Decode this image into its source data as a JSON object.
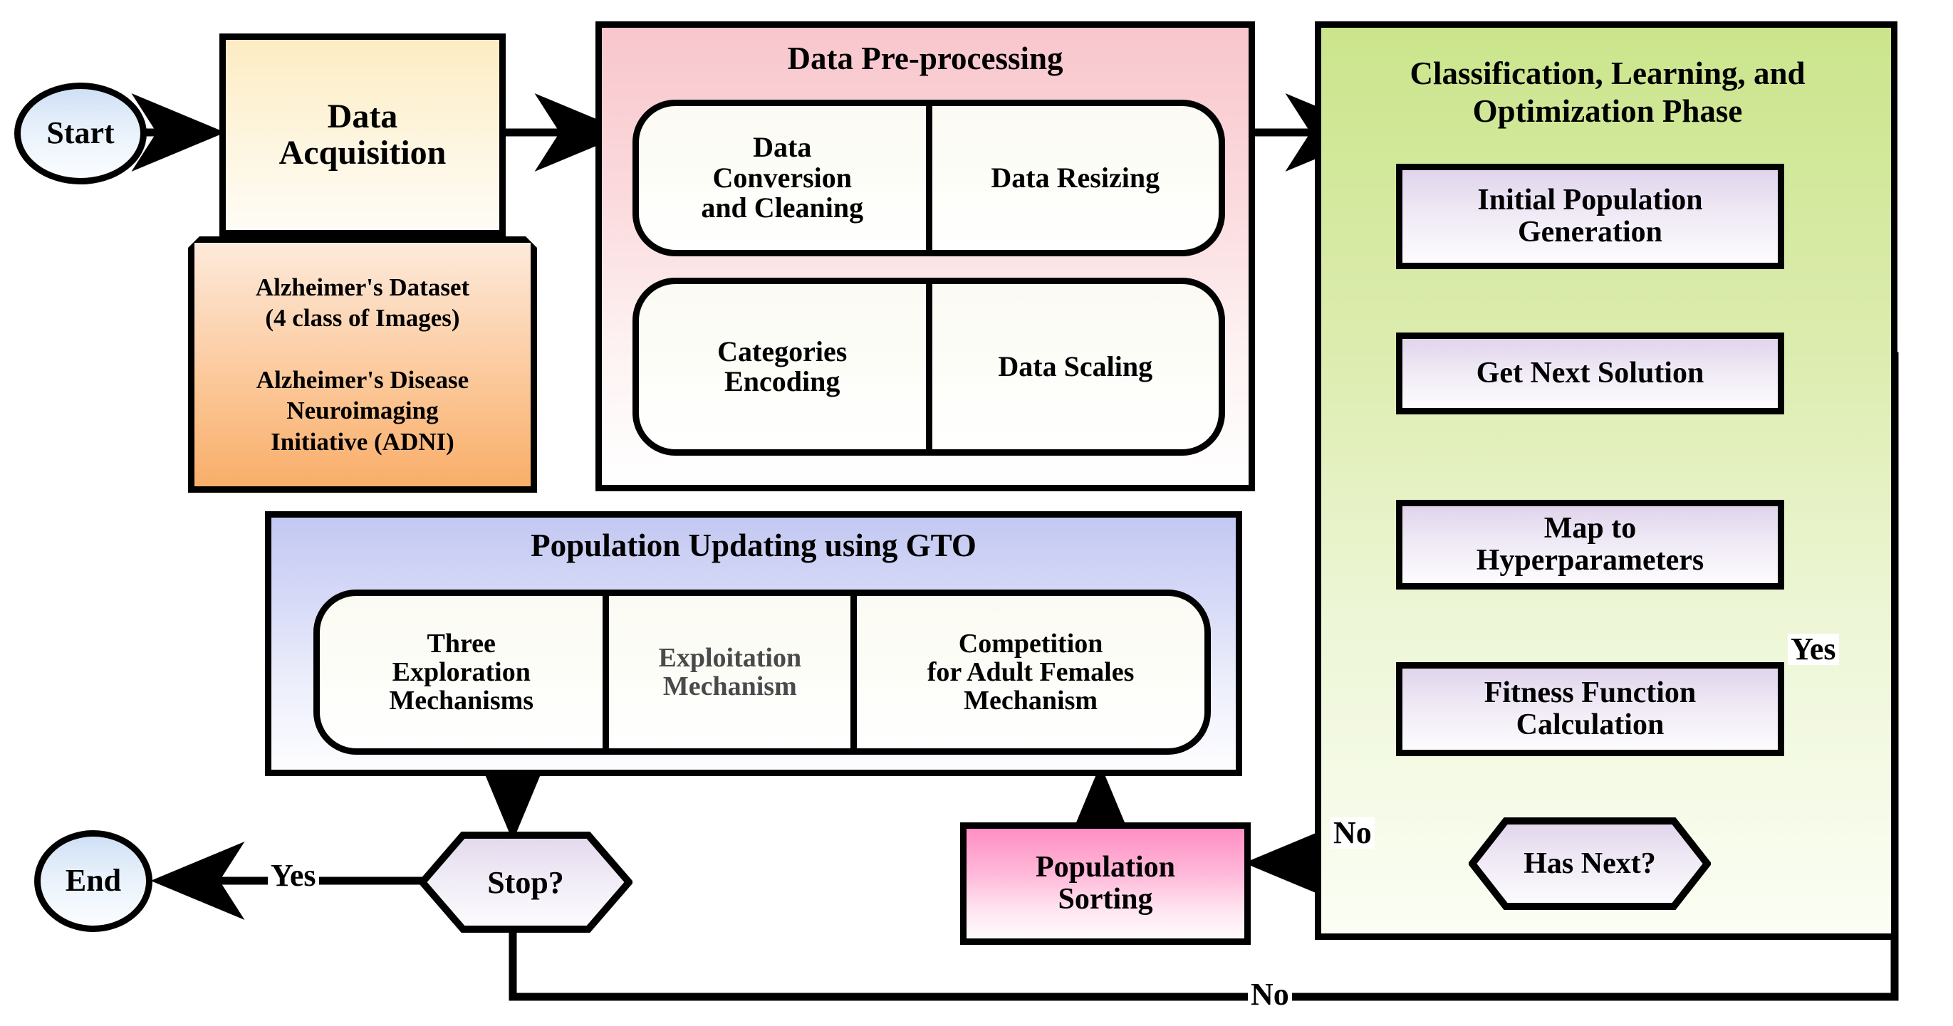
{
  "diagram": {
    "title": "Alzheimer's classification pipeline with GTO hyperparameter optimization",
    "colors": {
      "preprocessing_panel": "#f8c6cc",
      "classification_panel": "#cbe58c",
      "gto_panel": "#c3c8f2",
      "dataset_box": "#f9ae6a",
      "acquisition_box": "#fdecc2",
      "population_sorting_box": "#ff8ec4",
      "process_box": "#e0d4ec",
      "terminator": "#cfe0f5",
      "stroke": "#000000"
    }
  },
  "nodes": {
    "start": "Start",
    "end": "End",
    "data_acquisition": "Data\nAcquisition",
    "dataset": "Alzheimer's Dataset\n(4 class of Images)\n\nAlzheimer's Disease\nNeuroimaging\nInitiative (ADNI)",
    "population_sorting": "Population\nSorting"
  },
  "preprocessing": {
    "title": "Data Pre-processing",
    "row1": [
      "Data\nConversion\nand Cleaning",
      "Data Resizing"
    ],
    "row2": [
      "Categories\nEncoding",
      "Data Scaling"
    ]
  },
  "classification": {
    "title": "Classification, Learning, and\nOptimization Phase",
    "steps": [
      "Initial Population\nGeneration",
      "Get Next Solution",
      "Map to\nHyperparameters",
      "Fitness Function\nCalculation"
    ],
    "decision": "Has Next?"
  },
  "gto": {
    "title": "Population Updating using GTO",
    "mechanisms": [
      "Three\nExploration\nMechanisms",
      "Exploitation\nMechanism",
      "Competition\nfor Adult Females\nMechanism"
    ]
  },
  "decisions": {
    "stop": "Stop?"
  },
  "edge_labels": {
    "stop_yes": "Yes",
    "stop_no": "No",
    "has_next_yes": "Yes",
    "has_next_no": "No"
  }
}
